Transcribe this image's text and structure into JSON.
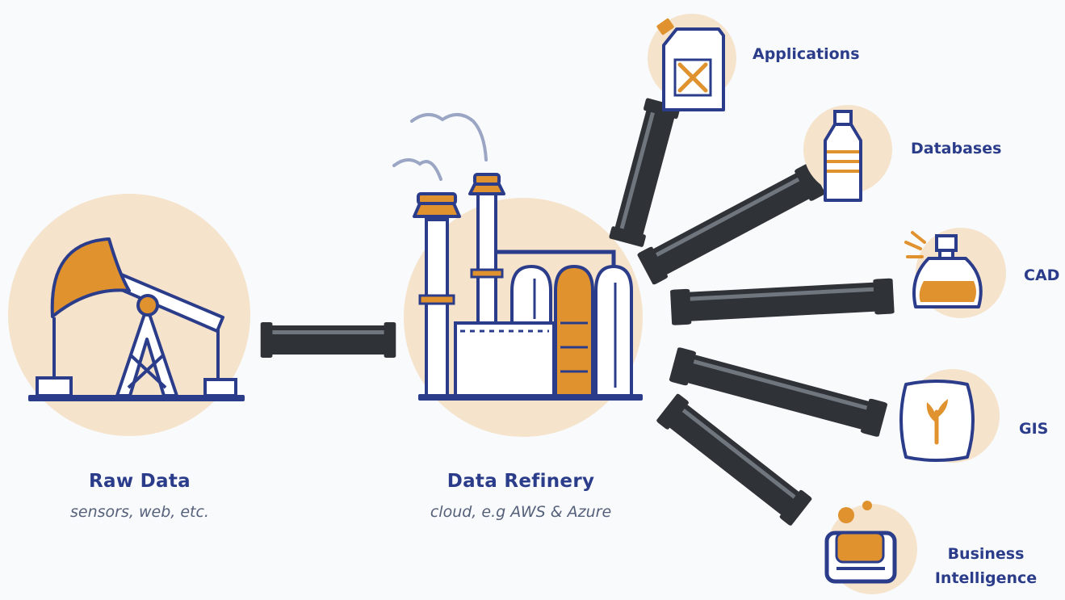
{
  "source": {
    "title": "Raw Data",
    "subtitle": "sensors, web, etc.",
    "icon": "oil-pump-icon"
  },
  "refinery": {
    "title": "Data Refinery",
    "subtitle": "cloud, e.g AWS & Azure",
    "icon": "refinery-icon"
  },
  "outputs": [
    {
      "label": "Applications",
      "icon": "fuel-can-icon"
    },
    {
      "label": "Databases",
      "icon": "bottle-icon"
    },
    {
      "label": "CAD",
      "icon": "perfume-spray-icon"
    },
    {
      "label": "GIS",
      "icon": "fertilizer-bag-icon"
    },
    {
      "label": "Business Intelligence",
      "icon": "soap-dish-icon"
    }
  ],
  "colors": {
    "navy": "#2b3d8a",
    "orange": "#e0922f",
    "peach": "#f5e3cc",
    "pipe": "#2f3338",
    "background": "#f9fafc"
  }
}
